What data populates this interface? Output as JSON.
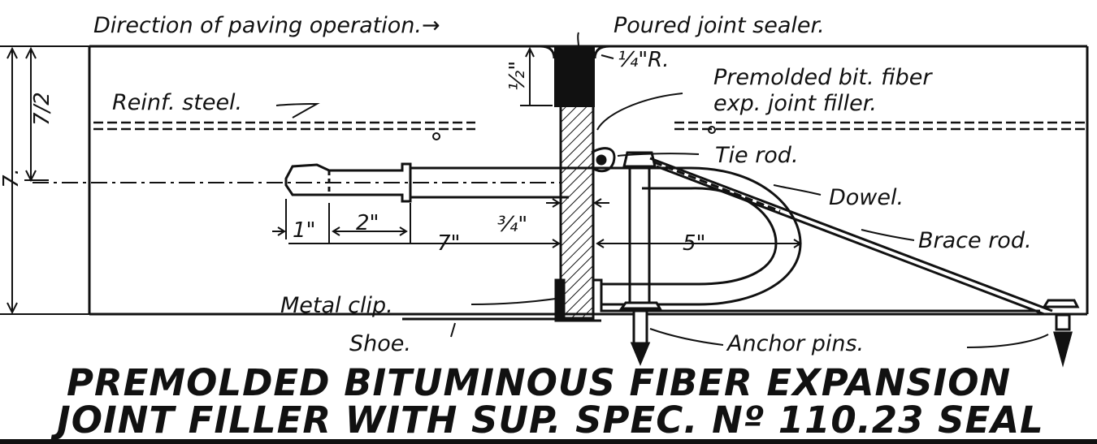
{
  "diagram": {
    "labels": {
      "direction": "Direction of paving operation.→",
      "poured_sealer": "Poured joint sealer.",
      "radius": "¼\"R.",
      "filler_line1": "Premolded bit. fiber",
      "filler_line2": "exp. joint filler.",
      "reinf_steel": "Reinf. steel.",
      "tie_rod": "Tie rod.",
      "dowel": "Dowel.",
      "brace_rod": "Brace rod.",
      "metal_clip": "Metal clip.",
      "shoe": "Shoe.",
      "anchor_pins": "Anchor pins."
    },
    "dimensions": {
      "slab_depth": "7.",
      "half_depth": "7/2",
      "sealer_depth": "½\"",
      "d_1": "1\"",
      "d_2": "2\"",
      "d_7": "7\"",
      "d_34": "¾\"",
      "d_5": "5\""
    },
    "title_line1": "PREMOLDED BITUMINOUS FIBER EXPANSION",
    "title_line2": "JOINT FILLER WITH SUP. SPEC. Nº 110.23 SEAL"
  }
}
